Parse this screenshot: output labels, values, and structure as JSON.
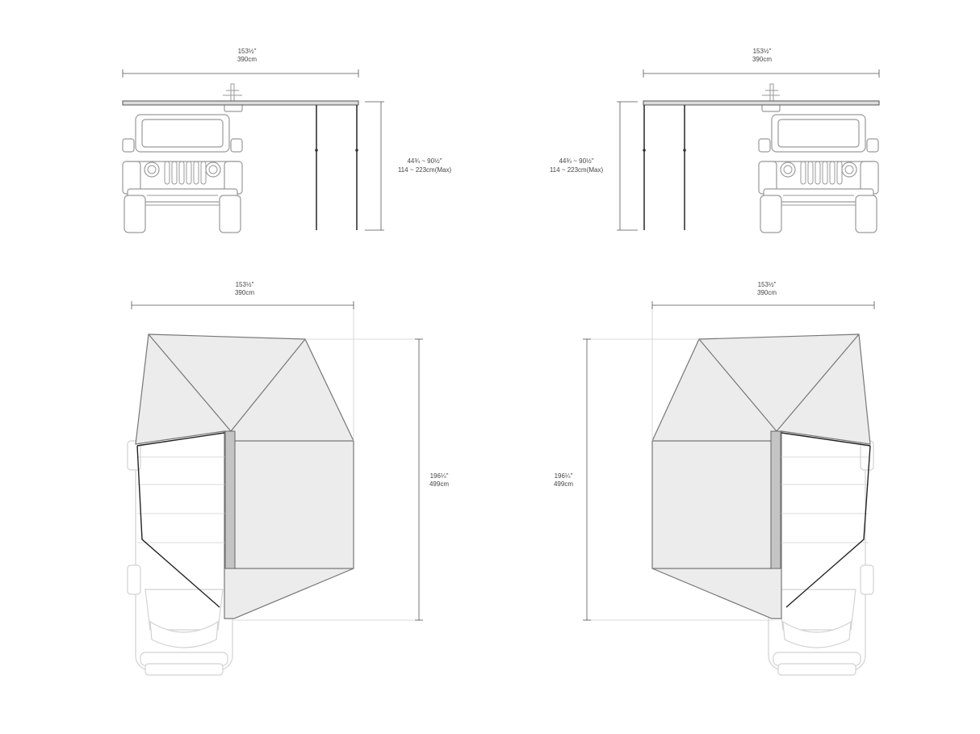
{
  "views": {
    "top_left": {
      "width_in": "153½\"",
      "width_cm": "390cm",
      "height_in": "44¾ ~ 90½\"",
      "height_cm": "114 ~ 223cm(Max)"
    },
    "top_right": {
      "width_in": "153½\"",
      "width_cm": "390cm",
      "height_in": "44¾ ~ 90½\"",
      "height_cm": "114 ~ 223cm(Max)"
    },
    "bottom_left": {
      "width_in": "153½\"",
      "width_cm": "390cm",
      "depth_in": "196¼\"",
      "depth_cm": "499cm"
    },
    "bottom_right": {
      "width_in": "153½\"",
      "width_cm": "390cm",
      "depth_in": "196¼\"",
      "depth_cm": "499cm"
    }
  },
  "colors": {
    "canopy": "#ececec",
    "awning_case": "#c4c4c4",
    "vehicle_outline": "#9a9a9a",
    "dimension_line": "#555555"
  }
}
